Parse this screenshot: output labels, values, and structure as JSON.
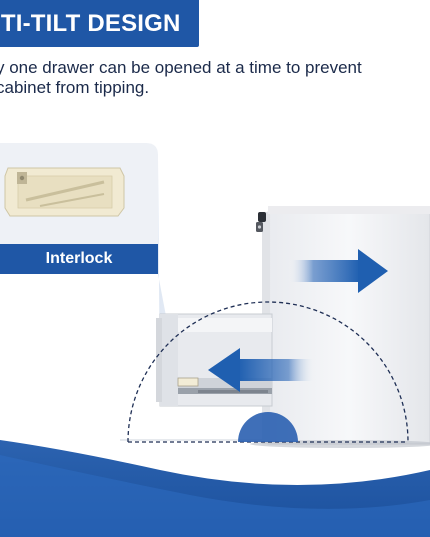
{
  "banner": {
    "title": "ITI-TILT DESIGN"
  },
  "description": {
    "line1": "y one drawer can be opened at a time to prevent",
    "line2": "cabinet from tipping."
  },
  "callout": {
    "label": "Interlock"
  },
  "colors": {
    "brand_blue": "#1f57a6",
    "arrow_blue": "#1f5fb0",
    "panel_bg": "#eef1f6",
    "cabinet_white": "#f3f4f6"
  },
  "icons": [
    "arrow-right-icon",
    "arrow-left-icon",
    "lock-icon"
  ]
}
